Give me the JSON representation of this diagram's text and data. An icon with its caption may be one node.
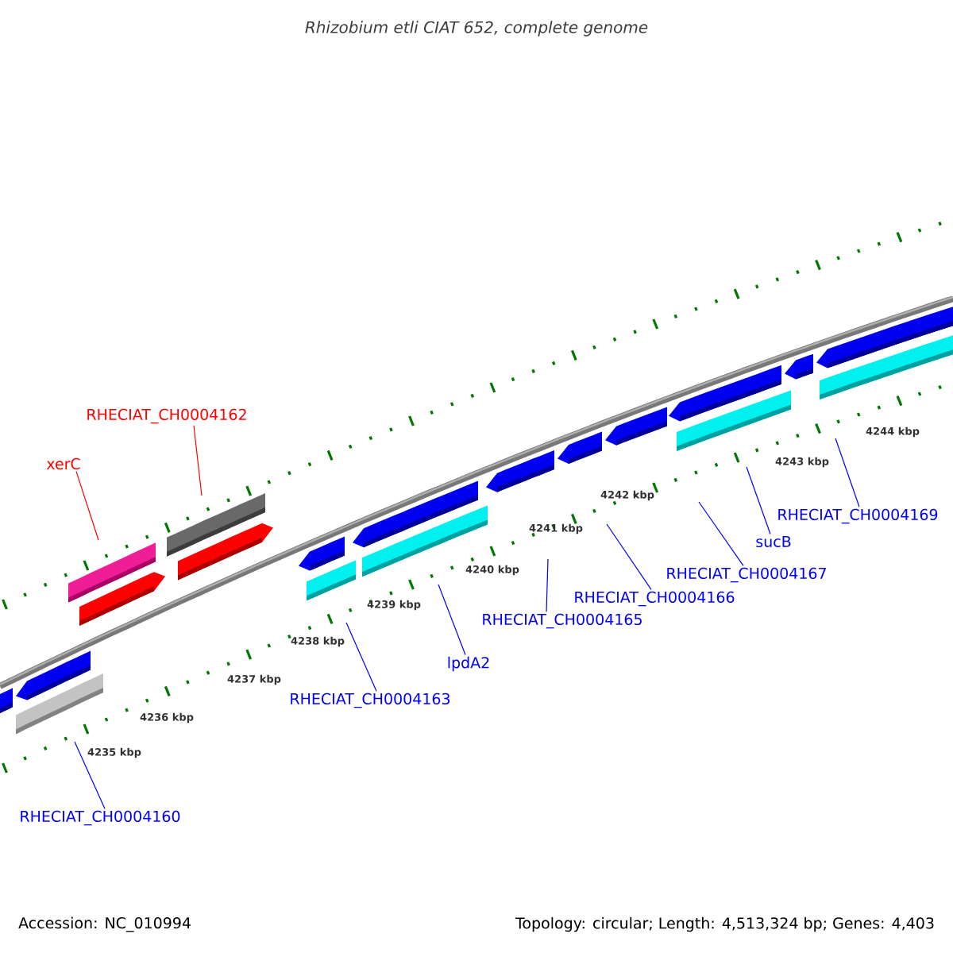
{
  "diagram": {
    "title": "Rhizobium etli CIAT 652, complete genome",
    "nodes": [
      {
        "text": [
          "RHECIAT_CH0004162"
        ]
      },
      {
        "text": [
          "xerC"
        ]
      },
      {
        "text": [
          "RHECIAT_CH0004163"
        ]
      },
      {
        "text": [
          "lpdA2"
        ]
      },
      {
        "text": [
          "RHECIAT_CH0004165"
        ]
      },
      {
        "text": [
          "RHECIAT_CH0004166"
        ]
      },
      {
        "text": [
          "RHECIAT_CH0004167"
        ]
      },
      {
        "text": [
          "sucB"
        ]
      },
      {
        "text": [
          "RHECIAT_CH0004169"
        ]
      },
      {
        "text": [
          "RHECIAT_CH0004160"
        ]
      }
    ],
    "edges": [
      {
        "from": 0,
        "to": null,
        "arrow": "none",
        "color": "#ff0000"
      },
      {
        "from": 1,
        "to": null,
        "arrow": "none",
        "color": "#ff0000"
      },
      {
        "from": 2,
        "to": null,
        "arrow": "none"
      },
      {
        "from": 3,
        "to": null,
        "arrow": "none"
      },
      {
        "from": 4,
        "to": null,
        "arrow": "none"
      },
      {
        "from": 5,
        "to": null,
        "arrow": "none"
      },
      {
        "from": 6,
        "to": null,
        "arrow": "none"
      },
      {
        "from": 7,
        "to": null,
        "arrow": "none"
      },
      {
        "from": 8,
        "to": null,
        "arrow": "none"
      },
      {
        "from": 9,
        "to": null,
        "arrow": "none"
      }
    ],
    "labels": [
      "4235 kbp",
      "4236 kbp",
      "4237 kbp",
      "4238 kbp",
      "4239 kbp",
      "4240 kbp",
      "4241 kbp",
      "4242 kbp",
      "4243 kbp",
      "4244 kbp",
      "Accession: NC_010994",
      "Topology: circular; Length: 4,513,324 bp; Genes: 4,403"
    ]
  }
}
